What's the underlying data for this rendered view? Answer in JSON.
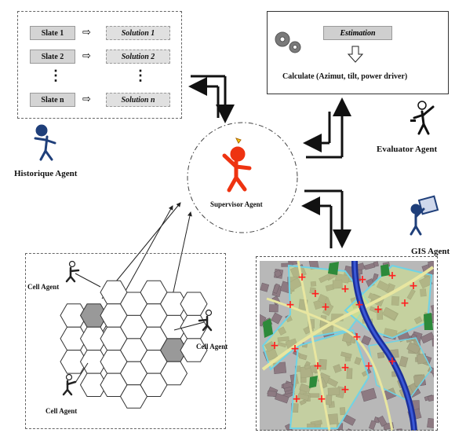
{
  "historique": {
    "slates": [
      "Slate 1",
      "Slate 2",
      "Slate n"
    ],
    "solutions": [
      "Solution 1",
      "Solution 2",
      "Solution n"
    ],
    "ellipsis": "⋮",
    "agent_label": "Historique Agent"
  },
  "evaluator": {
    "estimation_label": "Estimation",
    "calculate_label": "Calculate (Azimut, tilt, power driver)",
    "agent_label": "Evaluator Agent"
  },
  "supervisor": {
    "agent_label": "Supervisor Agent"
  },
  "gis": {
    "agent_label": "GIS Agent"
  },
  "cells": {
    "agent_label": "Cell Agent"
  },
  "colors": {
    "supervisor_figure": "#ee3311",
    "agent_figure": "#1f3f7a",
    "cell_shaded": "#999999",
    "map_background": "#b9b9b9",
    "river": "#1b2f9a",
    "coverage": "#cfe68a",
    "site_marker": "#ff2020"
  }
}
